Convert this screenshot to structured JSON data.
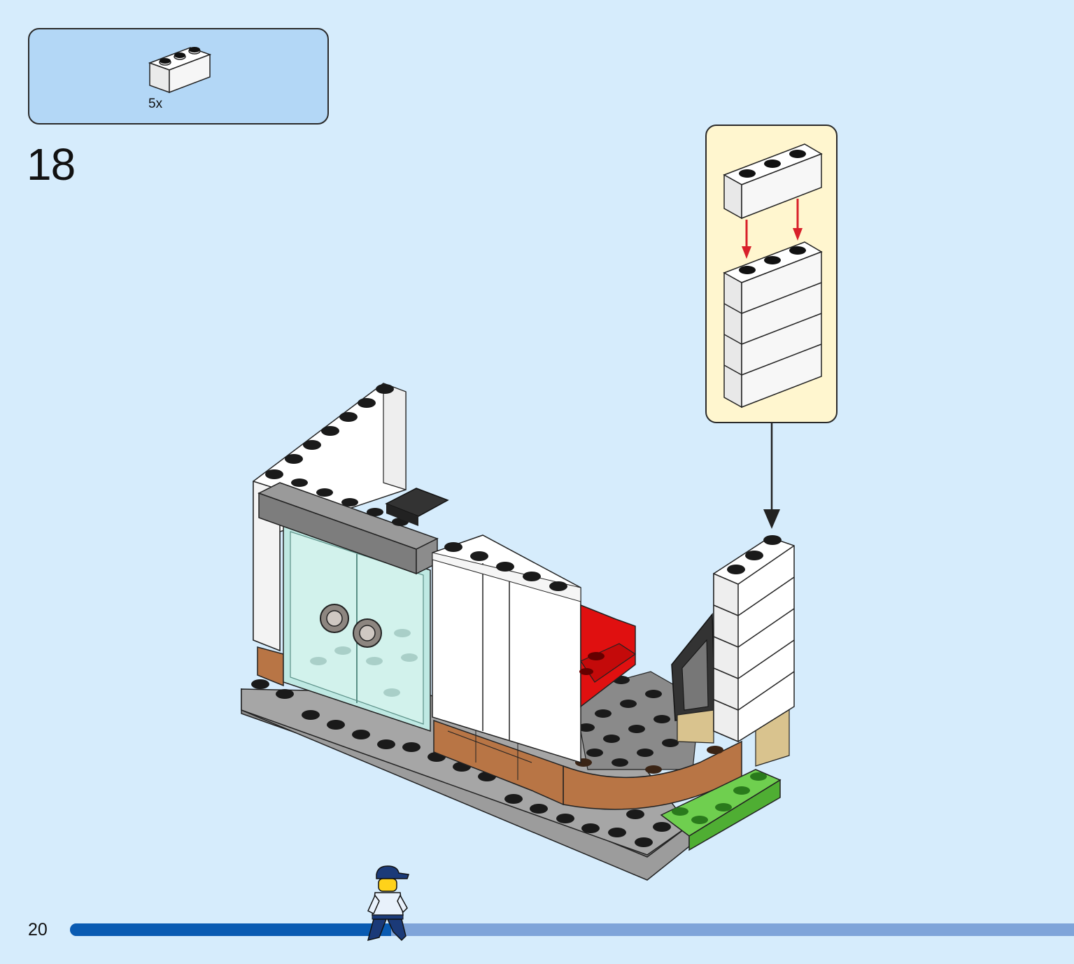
{
  "parts_list": {
    "items": [
      {
        "part": "white-brick-1x3-icon",
        "color": "#ffffff",
        "quantity": "5x"
      }
    ]
  },
  "step": {
    "number": "18"
  },
  "footer": {
    "page_number": "20",
    "progress": 0.32,
    "progress_color": "#0a5bb2",
    "track_color": "#7fa4d9"
  },
  "colors": {
    "background": "#d6ecfc",
    "parts_box": "#b3d7f6",
    "callout": "#fff6cf",
    "arrow_red": "#d8202a"
  }
}
